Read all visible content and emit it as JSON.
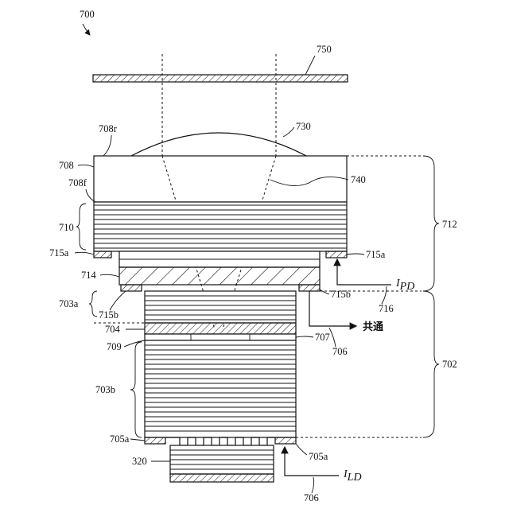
{
  "labels": {
    "fig": "700",
    "cover": "750",
    "lens": "730",
    "beam": "740",
    "sub_top": "708r",
    "sub_left": "708",
    "sub_bottom": "708f",
    "upper_dbr": "710",
    "pad_left_upper": "715a",
    "pad_right_upper": "715a",
    "upper_electrode": "714",
    "pad_left_lower": "715b",
    "pad_right_lower": "715b",
    "mid_block": "703a",
    "active": "704",
    "ox": "709",
    "lower_block": "703b",
    "ref707": "707",
    "ref706a": "706",
    "ref716": "716",
    "pad_left_bottom": "705a",
    "pad_right_bottom": "705a",
    "heatsink": "320",
    "ref706b": "706",
    "bracket_top": "712",
    "bracket_bottom": "702",
    "common": "共通",
    "ipd_main": "I",
    "ipd_sub": "PD",
    "ild_main": "I",
    "ild_sub": "LD"
  }
}
